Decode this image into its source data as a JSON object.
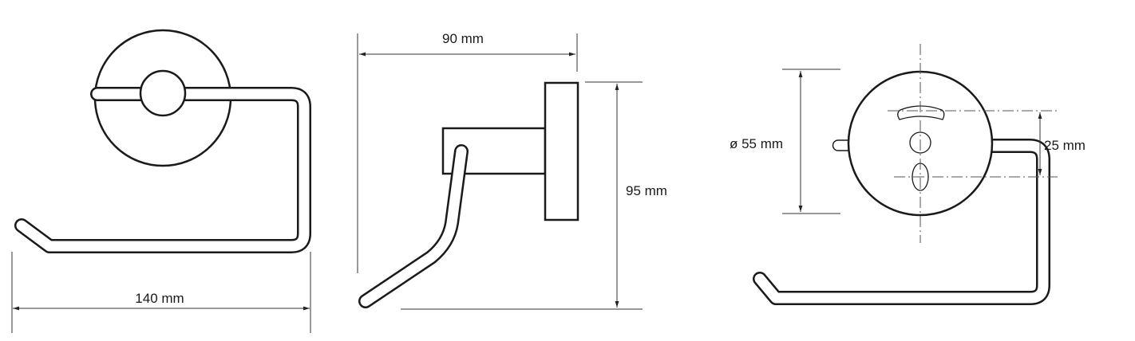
{
  "views": {
    "front": {
      "width_label": "140 mm"
    },
    "side": {
      "depth_label": "90 mm",
      "height_label": "95 mm"
    },
    "back": {
      "diameter_label": "ø 55 mm",
      "hole_spacing_label": "25 mm"
    }
  },
  "colors": {
    "line": "#1a1a1a",
    "background": "#ffffff"
  }
}
